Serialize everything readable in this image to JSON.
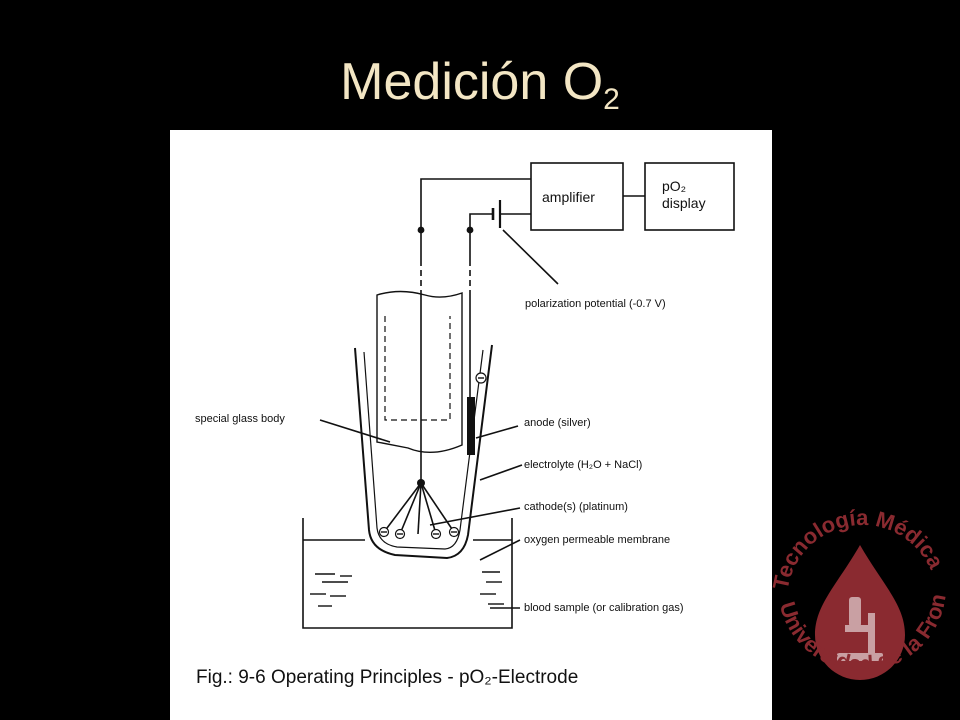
{
  "slide": {
    "title_main": "Medición O",
    "title_sub": "2"
  },
  "diagram": {
    "amplifier_label": "amplifier",
    "display_label_line1": "pO₂",
    "display_label_line2": "display",
    "labels": {
      "polarization": "polarization potential (-0.7 V)",
      "glass_body": "special glass body",
      "anode": "anode (silver)",
      "electrolyte": "electrolyte (H₂O + NaCl)",
      "cathode": "cathode(s) (platinum)",
      "membrane": "oxygen permeable membrane",
      "blood_sample": "blood sample (or calibration gas)"
    },
    "caption": "Fig.: 9-6 Operating Principles - pO₂-Electrode"
  },
  "logo": {
    "top_text": "Tecnología Médica",
    "bottom_text": "Universidad de la Frontera",
    "color": "#8a2a30"
  }
}
